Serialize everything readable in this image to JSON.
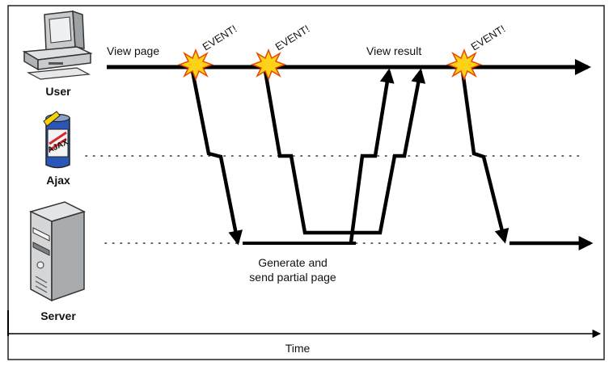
{
  "actors": {
    "user": "User",
    "ajax": "Ajax",
    "server": "Server",
    "ajax_can_text": "AJAX"
  },
  "labels": {
    "view_page": "View page",
    "view_result": "View result",
    "generate_line1": "Generate and",
    "generate_line2": "send partial page",
    "time": "Time"
  },
  "events": [
    "EVENT!",
    "EVENT!",
    "EVENT!"
  ],
  "colors": {
    "line": "#000000",
    "dotted": "#333333",
    "burst_fill": "#ffd21a",
    "burst_stroke": "#e64a00",
    "can_blue": "#2a56b8",
    "can_red": "#d8262b",
    "can_yellow": "#f5d20a",
    "device_grey": "#c9cbcd"
  }
}
